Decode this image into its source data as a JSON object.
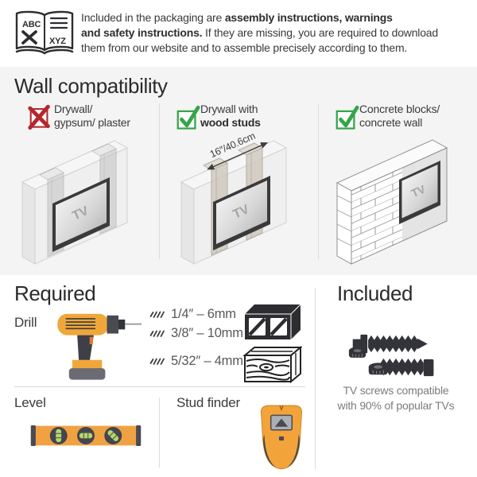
{
  "colors": {
    "page_bg": "#ffffff",
    "section_bg": "#f4f4f4",
    "heading_text": "#2b2b2b",
    "body_text": "#3a3a3a",
    "muted_text": "#7c7c7c",
    "divider": "#dcdcdc",
    "cross_red": "#b5272d",
    "check_green": "#36a44a",
    "tool_yellow": "#f0a73a",
    "tool_dark": "#45454e",
    "icon_black": "#2d2d31"
  },
  "icons": {
    "manual_book": "manual-book-icon",
    "cross": "cross-icon",
    "check": "check-icon",
    "drill": "drill-icon",
    "drill_bit": "drill-bit-icon",
    "concrete_block": "concrete-block-icon",
    "wood": "wood-icon",
    "level": "level-icon",
    "stud_finder": "stud-finder-icon",
    "screws_anchors": "screws-anchors-icon"
  },
  "packaging_note": {
    "book_left_label": "ABC",
    "book_right_label": "XYZ",
    "line1_normal": "Included in the packaging are ",
    "line1_bold": "assembly instructions, warnings",
    "line2_bold": "and safety instructions.",
    "line2_normal": " If they are missing, you are required to download",
    "line3": "them from our website and to assemble precisely according to them."
  },
  "wall_compatibility": {
    "title": "Wall compatibility",
    "tv_label": "TV",
    "items": [
      {
        "allowed": false,
        "status_icon": "cross-icon",
        "line1": "Drywall/",
        "line2": "gypsum/ plaster"
      },
      {
        "allowed": true,
        "status_icon": "check-icon",
        "line1": "Drywall with",
        "line2": "wood studs",
        "dimension_label": "16″/40.6cm"
      },
      {
        "allowed": true,
        "status_icon": "check-icon",
        "line1": "Concrete blocks/",
        "line2": "concrete wall"
      }
    ]
  },
  "required": {
    "title": "Required",
    "drill_label": "Drill",
    "drill_bits": [
      {
        "size": "1/4″ – 6mm",
        "material_icon": "concrete-block-icon"
      },
      {
        "size": "3/8″ – 10mm",
        "material_icon": "concrete-block-icon"
      },
      {
        "size": "5/32″ – 4mm",
        "material_icon": "wood-icon"
      }
    ],
    "level_label": "Level",
    "stud_finder_label": "Stud finder"
  },
  "included": {
    "title": "Included",
    "note_line1": "TV screws compatible",
    "note_line2": "with 90% of popular TVs"
  }
}
